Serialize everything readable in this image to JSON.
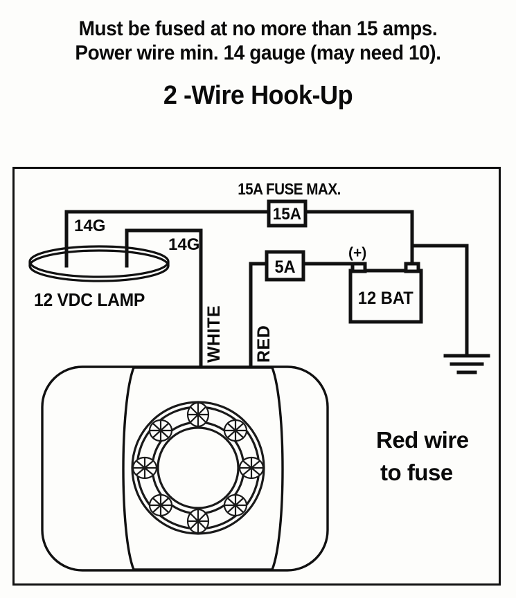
{
  "heading": {
    "warning_line_1": "Must be fused at no more than 15 amps.",
    "warning_line_2": "Power wire min. 14 gauge (may need 10).",
    "title": "2 -Wire Hook-Up"
  },
  "diagram": {
    "fuse_max_note": "15A FUSE MAX.",
    "fuse_main_label": "15A",
    "fuse_secondary_label": "5A",
    "battery_label": "12 BAT",
    "battery_positive_marker": "(+)",
    "lamp_label": "12 VDC LAMP",
    "wire_gauge_label_1": "14G",
    "wire_gauge_label_2": "14G",
    "wire_white_label": "WHITE",
    "wire_red_label": "RED",
    "note_line_1": "Red wire",
    "note_line_2": "to fuse"
  },
  "colors": {
    "ink": "#111111",
    "background": "#fdfdfb",
    "frame": "#111111"
  }
}
